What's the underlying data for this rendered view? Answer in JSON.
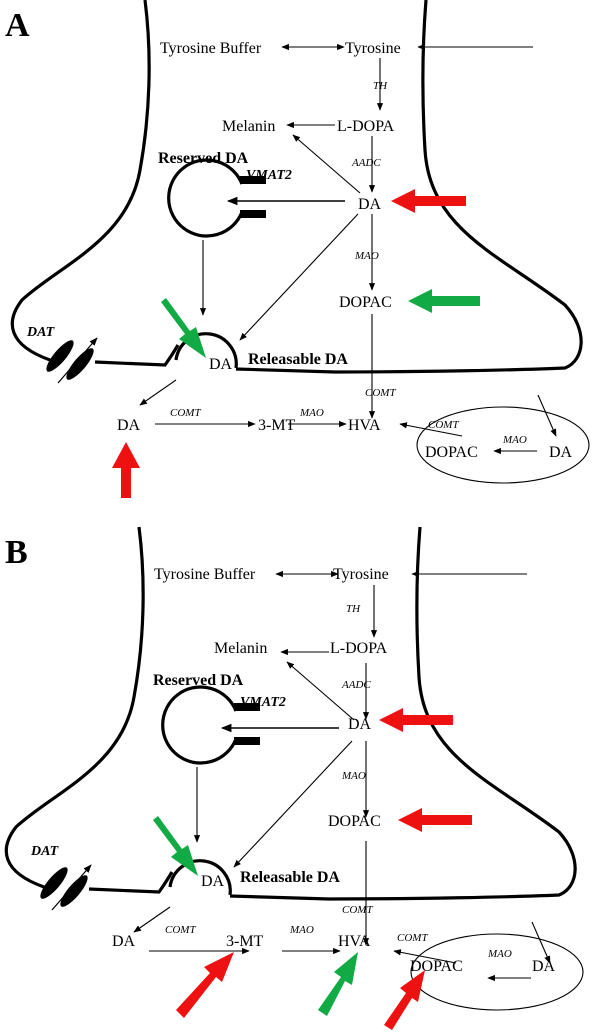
{
  "panels": [
    {
      "letter": "A",
      "labels": {
        "tyrosine_buffer": "Tyrosine Buffer",
        "tyrosine": "Tyrosine",
        "l_dopa": "L-DOPA",
        "melanin": "Melanin",
        "da_cyto": "DA",
        "dopac": "DOPAC",
        "reserved_da": "Reserved DA",
        "vmat2": "VMAT2",
        "dat": "DAT",
        "da_vesicle": "DA",
        "releasable_da": "Releasable DA",
        "da_synapse": "DA",
        "three_mt": "3-MT",
        "hva": "HVA",
        "dopac_glia": "DOPAC",
        "da_glia": "DA"
      },
      "enzymes": {
        "th": "TH",
        "aadc": "AADC",
        "mao_1": "MAO",
        "comt_1": "COMT",
        "comt_2": "COMT",
        "mao_2": "MAO",
        "comt_3": "COMT",
        "mao_3": "MAO"
      },
      "indicators": [
        {
          "target": "DA (cytosol)",
          "color": "#ee1111",
          "direction": "from-right"
        },
        {
          "target": "DOPAC",
          "color": "#11aa44",
          "direction": "from-right"
        },
        {
          "target": "DA (releasable vesicle)",
          "color": "#11aa44",
          "direction": "from-upper-left"
        },
        {
          "target": "DA (synaptic)",
          "color": "#ee1111",
          "direction": "from-below"
        }
      ]
    },
    {
      "letter": "B",
      "labels": {
        "tyrosine_buffer": "Tyrosine Buffer",
        "tyrosine": "Tyrosine",
        "l_dopa": "L-DOPA",
        "melanin": "Melanin",
        "da_cyto": "DA",
        "dopac": "DOPAC",
        "reserved_da": "Reserved DA",
        "vmat2": "VMAT2",
        "dat": "DAT",
        "da_vesicle": "DA",
        "releasable_da": "Releasable DA",
        "da_synapse": "DA",
        "three_mt": "3-MT",
        "hva": "HVA",
        "dopac_glia": "DOPAC",
        "da_glia": "DA"
      },
      "enzymes": {
        "th": "TH",
        "aadc": "AADC",
        "mao_1": "MAO",
        "comt_1": "COMT",
        "comt_2": "COMT",
        "mao_2": "MAO",
        "comt_3": "COMT",
        "mao_3": "MAO"
      },
      "indicators": [
        {
          "target": "DA (cytosol)",
          "color": "#ee1111",
          "direction": "from-right"
        },
        {
          "target": "DOPAC",
          "color": "#ee1111",
          "direction": "from-right"
        },
        {
          "target": "DA (releasable vesicle)",
          "color": "#11aa44",
          "direction": "from-upper-left"
        },
        {
          "target": "3-MT",
          "color": "#ee1111",
          "direction": "from-lower-left"
        },
        {
          "target": "HVA",
          "color": "#11aa44",
          "direction": "from-lower-left"
        },
        {
          "target": "DOPAC (glia)",
          "color": "#ee1111",
          "direction": "from-lower-left"
        }
      ]
    }
  ],
  "colors": {
    "increase": "#ee1111",
    "decrease": "#11aa44"
  }
}
